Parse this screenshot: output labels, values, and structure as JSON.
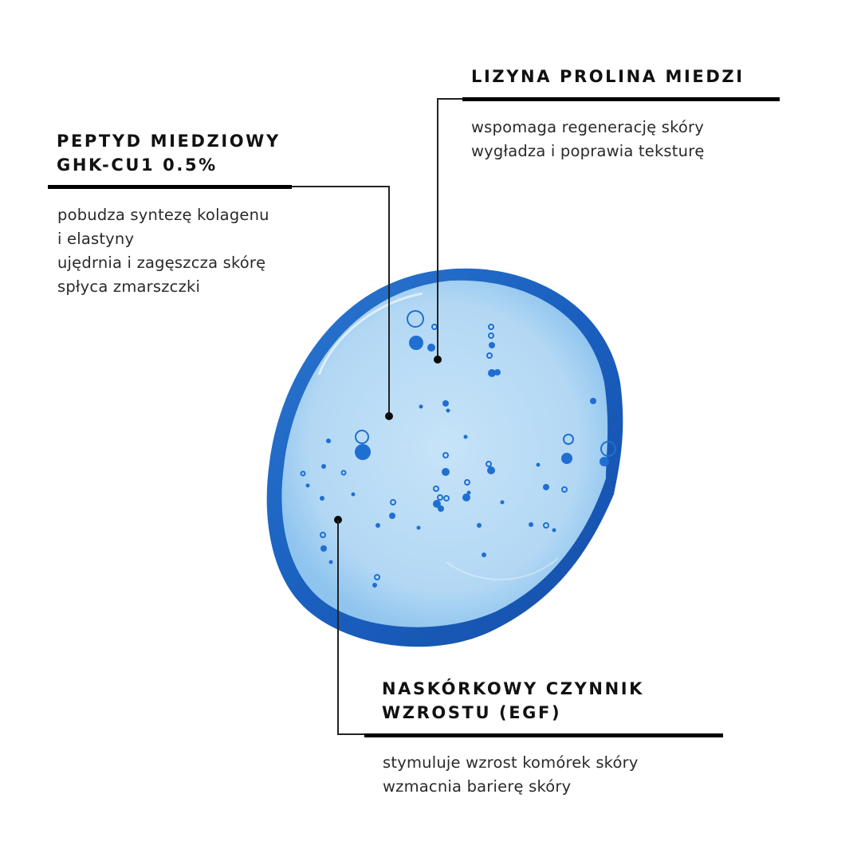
{
  "callouts": [
    {
      "title_lines": [
        "PEPTYD MIEDZIOWY",
        "GHK-CU1 0.5%"
      ],
      "description_lines": [
        "pobudza syntezę kolagenu",
        "i elastyny",
        "ujędrnia i zagęszcza skórę",
        "spłyca zmarszczki"
      ]
    },
    {
      "title_lines": [
        "LIZYNA PROLINA MIEDZI"
      ],
      "description_lines": [
        "wspomaga regenerację skóry",
        "wygładza i poprawia teksturę"
      ]
    },
    {
      "title_lines": [
        "NASKÓRKOWY CZYNNIK",
        "WZROSTU (EGF)"
      ],
      "description_lines": [
        "stymuluje wzrost komórek skóry",
        "wzmacnia barierę skóry"
      ]
    }
  ],
  "colors": {
    "background": "#ffffff",
    "gel_rim": "#1f63c0",
    "gel_fill": "#b9dcf5",
    "bubble": "#1e6fd0"
  }
}
